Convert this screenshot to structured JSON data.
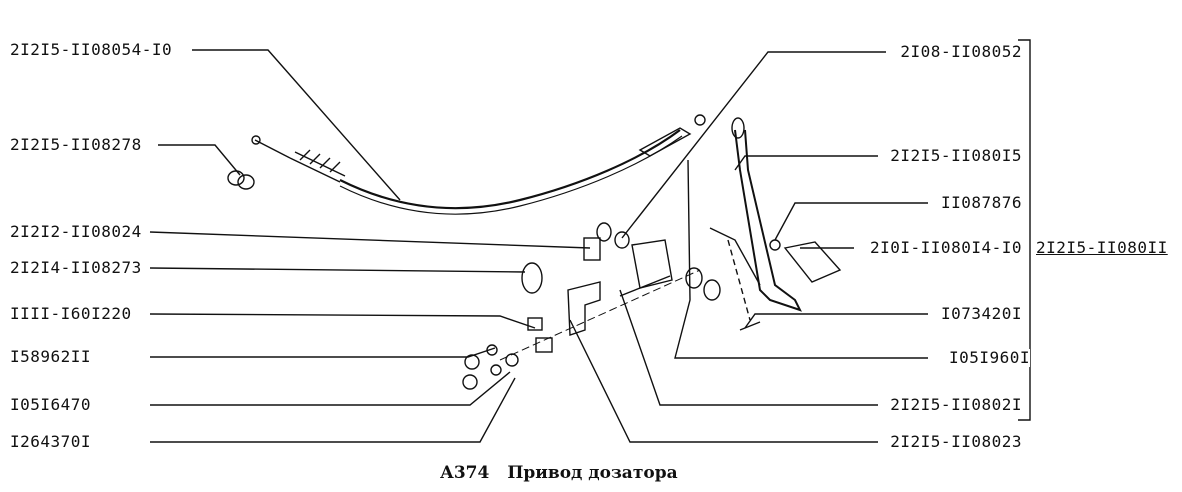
{
  "left_labels": [
    "2I2I5-II08054-I0",
    "2I2I5-II08278",
    "2I2I2-II08024",
    "2I2I4-II08273",
    "IIII-I60I220",
    "I58962II",
    "I05I6470",
    "I264370I"
  ],
  "right_labels": [
    "2I08-II08052",
    "2I2I5-II080I5",
    "II087876",
    "2I0I-II080I4-I0",
    "I073420I",
    "I05I960I",
    "2I2I5-II0802I",
    "2I2I5-II08023"
  ],
  "assembly_label": "2I2I5-II080II",
  "caption": {
    "code": "А374",
    "title": "Привод дозатора"
  }
}
